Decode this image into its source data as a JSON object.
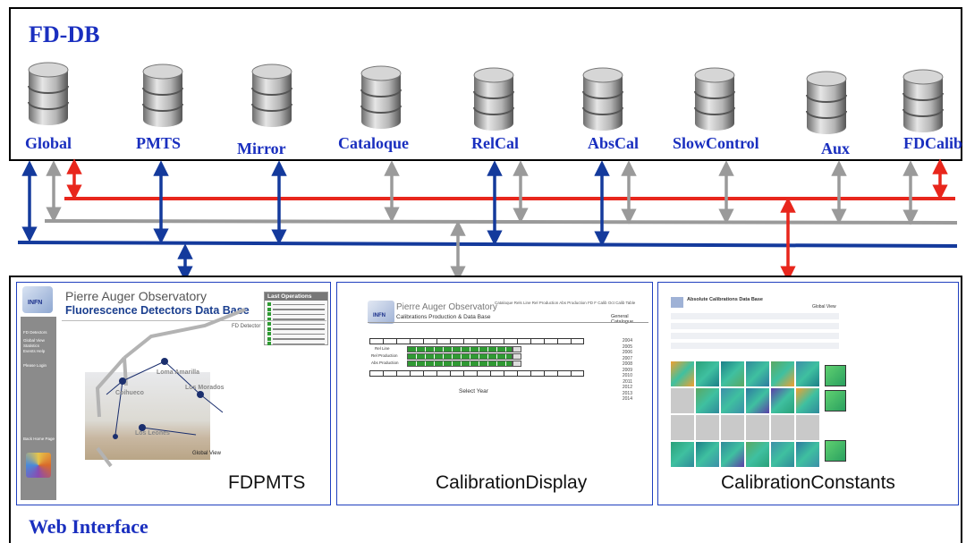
{
  "fddb": {
    "title": "FD-DB",
    "databases": [
      {
        "label": "Global"
      },
      {
        "label": "PMTS"
      },
      {
        "label": "Mirror"
      },
      {
        "label": "Cataloque"
      },
      {
        "label": "RelCal"
      },
      {
        "label": "AbsCal"
      },
      {
        "label": "SlowControl"
      },
      {
        "label": "Aux"
      },
      {
        "label": "FDCalib"
      }
    ]
  },
  "buses": {
    "colors": {
      "red": "#e8261c",
      "gray": "#9a9a9a",
      "blue": "#143a9c"
    }
  },
  "web": {
    "title": "Web Interface",
    "panels": [
      {
        "caption": "FDPMTS",
        "header_title": "Pierre Auger Observatory",
        "header_subtitle": "Fluorescence Detectors Data Base",
        "logo": "INFN",
        "last_ops_title": "Last Operations",
        "fd_detector": "FD Detector",
        "sidebar": [
          "FD Detectors",
          "Global View",
          "Statistics",
          "Events Help",
          "Please Login",
          "Back Home Page"
        ],
        "sites": [
          "Loma Amarilla",
          "Coihueco",
          "Los Morados",
          "Los Leones"
        ],
        "global_view": "Global View"
      },
      {
        "caption": "CalibrationDisplay",
        "header_title": "Pierre Auger Observatory",
        "header_subtitle": "Calibrations Production & Data Base",
        "logo": "INFN",
        "menu": "Cataloque  Rels Line  Rel Production  Abs Production  FD F Calib  Oct  Calib Table",
        "general": "General Catalogue",
        "rows": [
          "Rel Line",
          "Rel Production",
          "Abs Production"
        ],
        "select_year": "Select Year",
        "years": [
          "2004",
          "2005",
          "2006",
          "2007",
          "2008",
          "2009",
          "2010",
          "2011",
          "2012",
          "2013",
          "2014"
        ]
      },
      {
        "caption": "CalibrationConstants",
        "header_title": "Absolute Calibrations Data Base",
        "global_view": "Global View"
      }
    ]
  }
}
